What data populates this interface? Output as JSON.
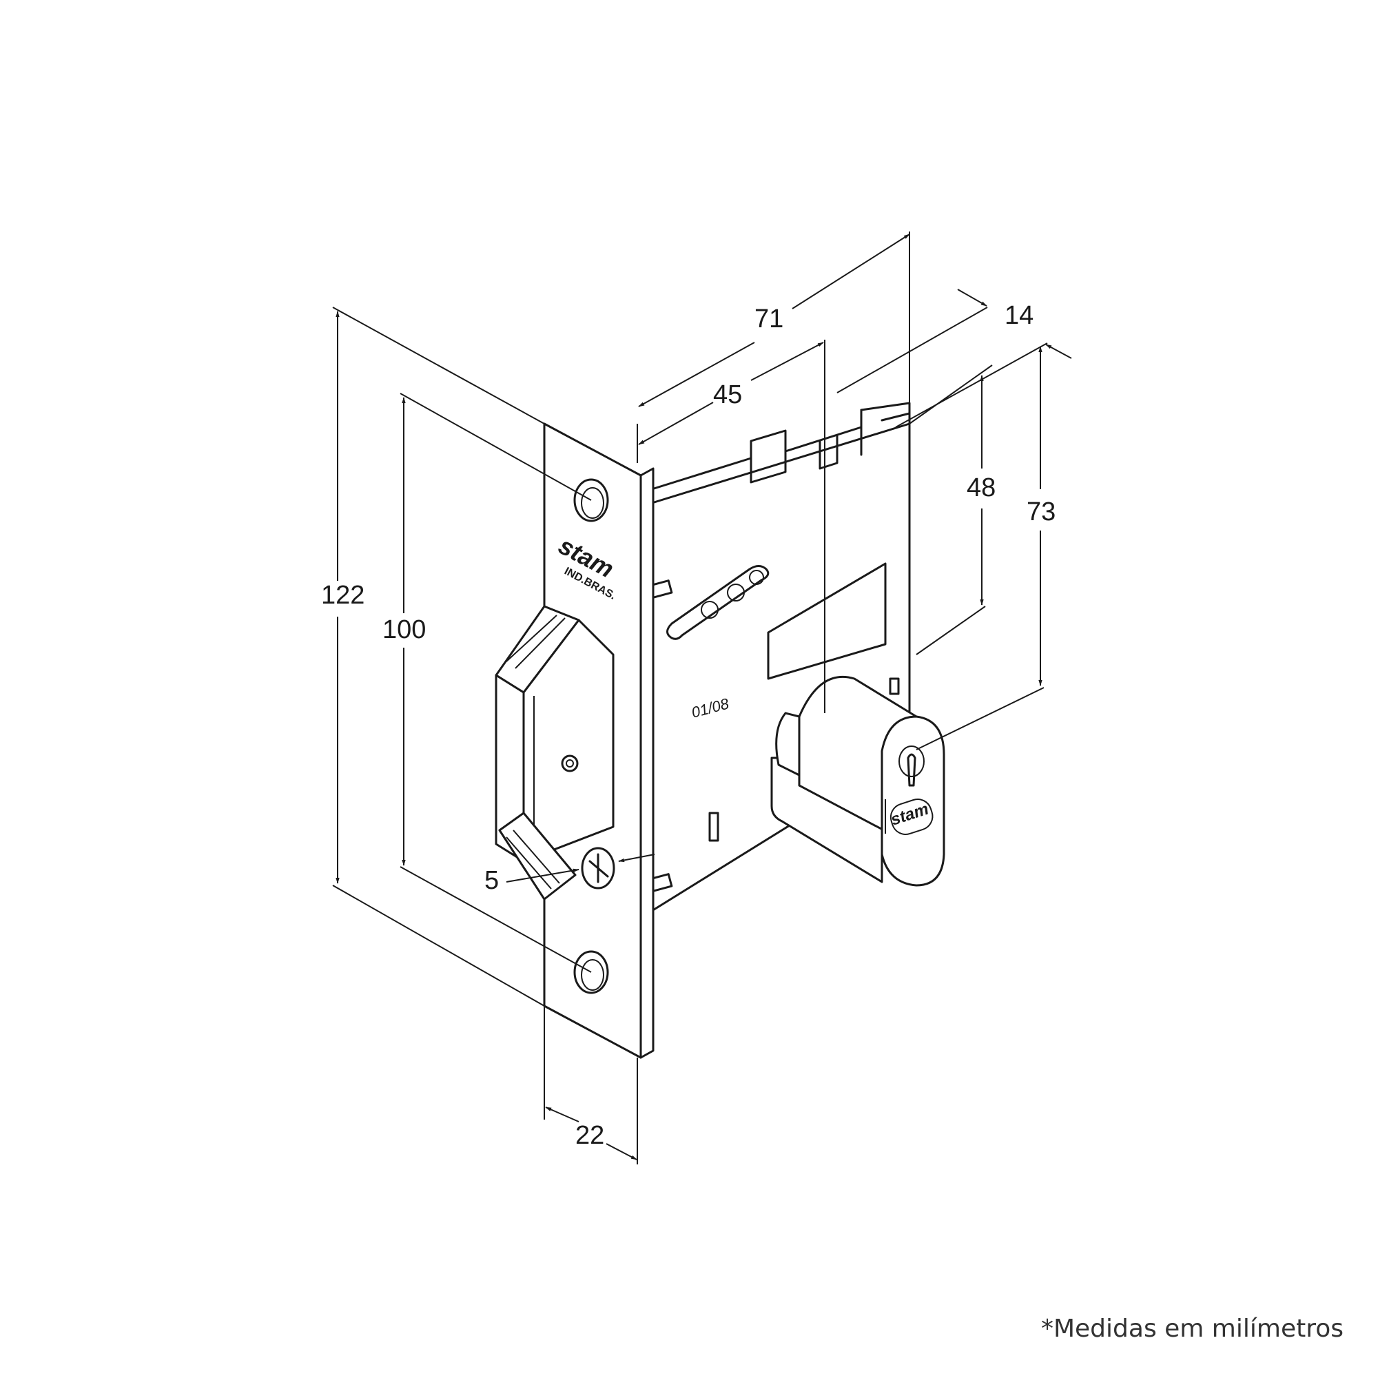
{
  "dimensions": {
    "overall_height": "122",
    "hole_spacing": "100",
    "faceplate_width": "22",
    "screw_offset": "5",
    "body_depth": "71",
    "backset": "45",
    "cylinder_projection": "14",
    "body_height": "48",
    "cylinder_height": "73"
  },
  "markings": {
    "faceplate_brand": "stam",
    "faceplate_origin": "IND.BRAS.",
    "date_code": "01/08",
    "cylinder_brand": "stam"
  },
  "footnote": "*Medidas em milímetros"
}
